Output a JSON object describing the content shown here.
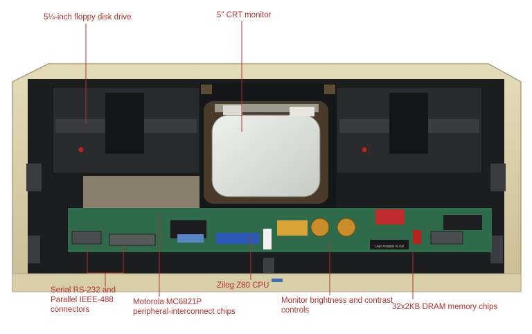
{
  "labels": {
    "floppy": "5¼-inch floppy disk drive",
    "crt": "5\" CRT monitor",
    "connectors": "Serial RS-232 and\nParallel IEEE-488\nconnectors",
    "motorola": "Motorola MC6821P\nperipheral-interconnect chips",
    "cpu": "Zilog Z80 CPU",
    "monitor_controls": "Monitor brightness and contrast\ncontrols",
    "dram": "32x2KB DRAM memory chips"
  },
  "device_text": {
    "power_switch": "LINE POWER IS ON"
  },
  "colors": {
    "annotation": "#b3322f",
    "case": "#d9cfaa",
    "drive_face": "#2a2b2d",
    "crt_glass": "#d8ddd6",
    "board": "#2f6a4a"
  }
}
